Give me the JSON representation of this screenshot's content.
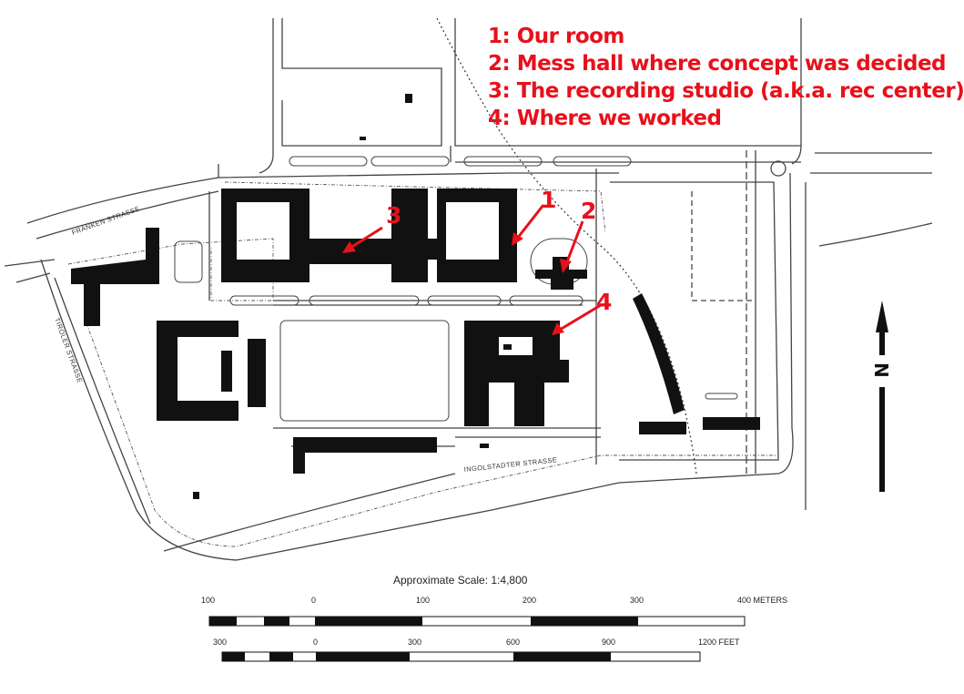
{
  "legend": [
    "1: Our room",
    "2: Mess hall where concept was decided",
    "3: The recording studio (a.k.a. rec center)",
    "4: Where we worked"
  ],
  "markers": [
    "1",
    "2",
    "3",
    "4"
  ],
  "streets": {
    "franken": "FRANKEN STRASSE",
    "tiroler": "TIROLER STRASSE",
    "ingolstadter": "INGOLSTADTER STRASSE"
  },
  "scale": {
    "title": "Approximate Scale: 1:4,800",
    "meters_ticks": [
      "100",
      "0",
      "100",
      "200",
      "300",
      "400 METERS"
    ],
    "feet_ticks": [
      "300",
      "0",
      "300",
      "600",
      "900",
      "1200 FEET"
    ]
  },
  "north_label": "N",
  "colors": {
    "annotation": "#e8101a",
    "building": "#111111",
    "road": "#444444"
  }
}
